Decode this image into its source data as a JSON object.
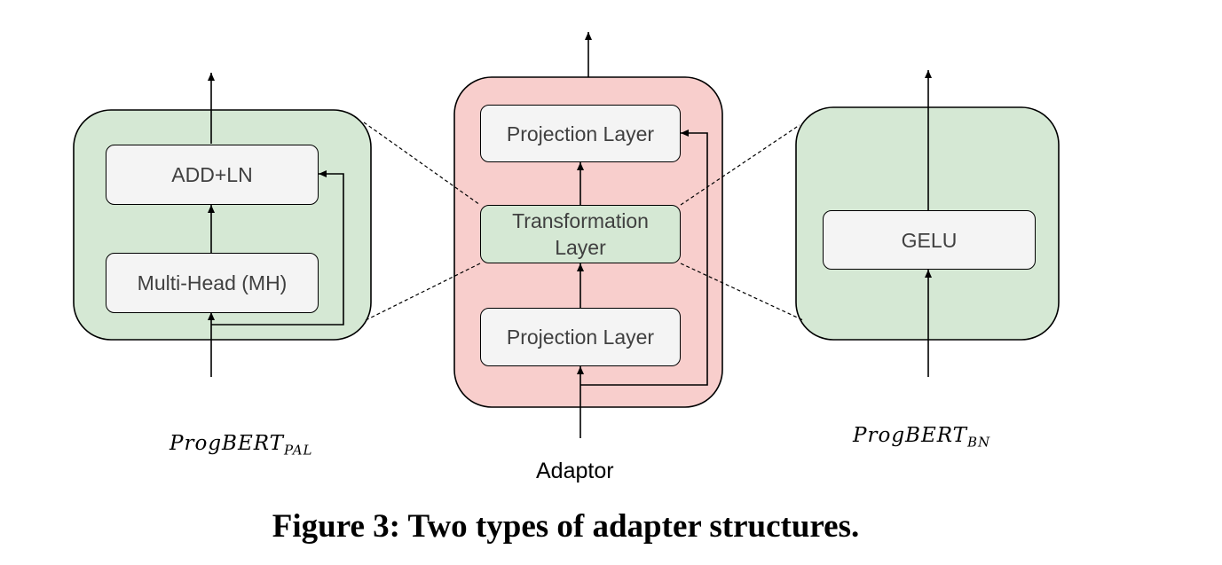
{
  "left_panel": {
    "add_ln": "ADD+LN",
    "multi_head": "Multi-Head (MH)",
    "name_base": "ProgBERT",
    "name_sub": "PAL"
  },
  "center_panel": {
    "top_projection": "Projection Layer",
    "transformation_line1": "Transformation",
    "transformation_line2": "Layer",
    "bottom_projection": "Projection Layer",
    "label": "Adaptor"
  },
  "right_panel": {
    "gelu": "GELU",
    "name_base": "ProgBERT",
    "name_sub": "BN"
  },
  "caption": "Figure 3: Two types of adapter structures.",
  "colors": {
    "green_fill": "#d5e8d4",
    "red_fill": "#f8cecc",
    "box_fill": "#f4f4f4",
    "stroke": "#000000"
  }
}
